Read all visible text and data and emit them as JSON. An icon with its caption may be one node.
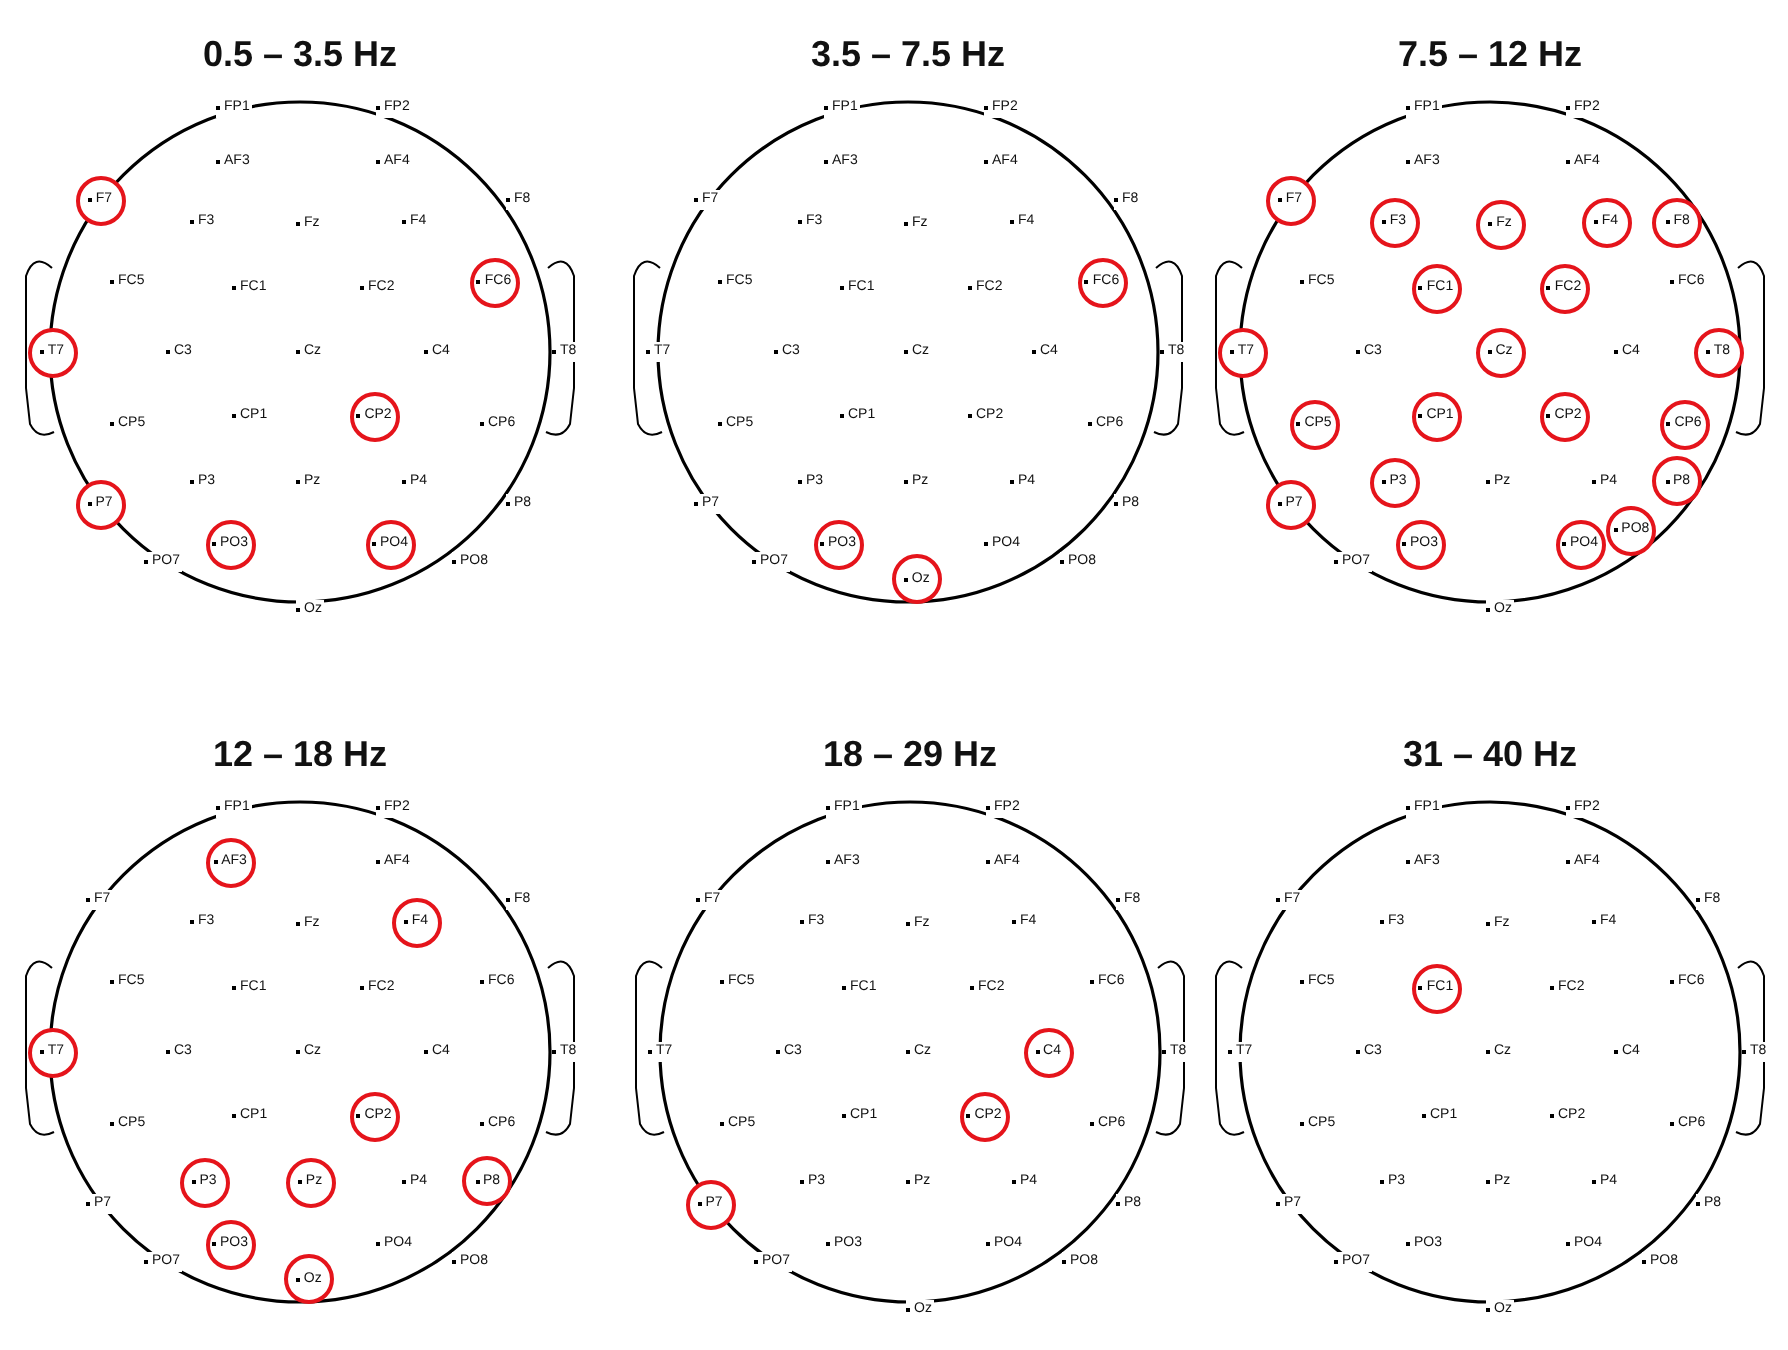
{
  "diagram": {
    "nodes": [
      {
        "text": [
          "0.5 – 3.5 Hz"
        ]
      },
      {
        "text": [
          "F7"
        ],
        "in": 0
      },
      {
        "text": [
          "FC6"
        ],
        "in": 0
      },
      {
        "text": [
          "T7"
        ],
        "in": 0
      },
      {
        "text": [
          "CP2"
        ],
        "in": 0
      },
      {
        "text": [
          "P7"
        ],
        "in": 0
      },
      {
        "text": [
          "PO3"
        ],
        "in": 0
      },
      {
        "text": [
          "PO4"
        ],
        "in": 0
      },
      {
        "text": [
          "3.5 – 7.5 Hz"
        ]
      },
      {
        "text": [
          "FC6"
        ],
        "in": 8
      },
      {
        "text": [
          "PO3"
        ],
        "in": 8
      },
      {
        "text": [
          "Oz"
        ],
        "in": 8
      },
      {
        "text": [
          "7.5 – 12 Hz"
        ]
      },
      {
        "text": [
          "F7"
        ],
        "in": 12
      },
      {
        "text": [
          "F3"
        ],
        "in": 12
      },
      {
        "text": [
          "Fz"
        ],
        "in": 12
      },
      {
        "text": [
          "F4"
        ],
        "in": 12
      },
      {
        "text": [
          "F8"
        ],
        "in": 12
      },
      {
        "text": [
          "FC1"
        ],
        "in": 12
      },
      {
        "text": [
          "FC2"
        ],
        "in": 12
      },
      {
        "text": [
          "T7"
        ],
        "in": 12
      },
      {
        "text": [
          "Cz"
        ],
        "in": 12
      },
      {
        "text": [
          "T8"
        ],
        "in": 12
      },
      {
        "text": [
          "CP5"
        ],
        "in": 12
      },
      {
        "text": [
          "CP1"
        ],
        "in": 12
      },
      {
        "text": [
          "CP2"
        ],
        "in": 12
      },
      {
        "text": [
          "CP6"
        ],
        "in": 12
      },
      {
        "text": [
          "P7"
        ],
        "in": 12
      },
      {
        "text": [
          "P3"
        ],
        "in": 12
      },
      {
        "text": [
          "P8"
        ],
        "in": 12
      },
      {
        "text": [
          "PO3"
        ],
        "in": 12
      },
      {
        "text": [
          "PO4"
        ],
        "in": 12
      },
      {
        "text": [
          "PO8"
        ],
        "in": 12
      },
      {
        "text": [
          "12 – 18 Hz"
        ]
      },
      {
        "text": [
          "AF3"
        ],
        "in": 33
      },
      {
        "text": [
          "F4"
        ],
        "in": 33
      },
      {
        "text": [
          "T7"
        ],
        "in": 33
      },
      {
        "text": [
          "CP2"
        ],
        "in": 33
      },
      {
        "text": [
          "P3"
        ],
        "in": 33
      },
      {
        "text": [
          "Pz"
        ],
        "in": 33
      },
      {
        "text": [
          "P8"
        ],
        "in": 33
      },
      {
        "text": [
          "PO3"
        ],
        "in": 33
      },
      {
        "text": [
          "Oz"
        ],
        "in": 33
      },
      {
        "text": [
          "18 – 29 Hz"
        ]
      },
      {
        "text": [
          "C4"
        ],
        "in": 43
      },
      {
        "text": [
          "CP2"
        ],
        "in": 43
      },
      {
        "text": [
          "P7"
        ],
        "in": 43
      },
      {
        "text": [
          "31 – 40 Hz"
        ]
      },
      {
        "text": [
          "FC1"
        ],
        "in": 47
      }
    ],
    "labels": [
      "FP1",
      "FP2",
      "AF3",
      "AF4",
      "F3",
      "Fz",
      "F4",
      "F8",
      "FC5",
      "FC1",
      "FC2",
      "C3",
      "Cz",
      "C4",
      "T8",
      "CP5",
      "CP1",
      "CP6",
      "P3",
      "Pz",
      "P4",
      "P8",
      "PO7",
      "PO8",
      "Oz",
      "FP1",
      "FP2",
      "AF3",
      "AF4",
      "F7",
      "F3",
      "Fz",
      "F4",
      "F8",
      "FC5",
      "FC1",
      "FC2",
      "T7",
      "C3",
      "Cz",
      "C4",
      "T8",
      "CP5",
      "CP1",
      "CP2",
      "CP6",
      "P7",
      "P3",
      "Pz",
      "P4",
      "P8",
      "PO7",
      "PO4",
      "PO8",
      "FP1",
      "FP2",
      "AF3",
      "AF4",
      "FC5",
      "FC6",
      "C3",
      "C4",
      "Pz",
      "P4",
      "PO7",
      "Oz",
      "FP1",
      "FP2",
      "AF4",
      "F7",
      "F3",
      "Fz",
      "F8",
      "FC5",
      "FC1",
      "FC2",
      "FC6",
      "C3",
      "Cz",
      "C4",
      "T8",
      "CP5",
      "CP1",
      "CP6",
      "P7",
      "P4",
      "PO7",
      "PO4",
      "PO8",
      "FP1",
      "FP2",
      "AF3",
      "AF4",
      "F7",
      "F3",
      "Fz",
      "F4",
      "F8",
      "FC5",
      "FC1",
      "FC2",
      "FC6",
      "T7",
      "C3",
      "Cz",
      "T8",
      "CP5",
      "CP1",
      "CP6",
      "P3",
      "Pz",
      "P4",
      "P8",
      "PO7",
      "PO3",
      "PO4",
      "PO8",
      "Oz",
      "FP1",
      "FP2",
      "AF3",
      "AF4",
      "F7",
      "F3",
      "Fz",
      "F4",
      "F8",
      "FC5",
      "FC2",
      "FC6",
      "T7",
      "C3",
      "Cz",
      "C4",
      "T8",
      "CP5",
      "CP1",
      "CP2",
      "CP6",
      "P7",
      "P3",
      "Pz",
      "P4",
      "P8",
      "PO7",
      "PO3",
      "PO4",
      "PO8",
      "Oz"
    ]
  }
}
